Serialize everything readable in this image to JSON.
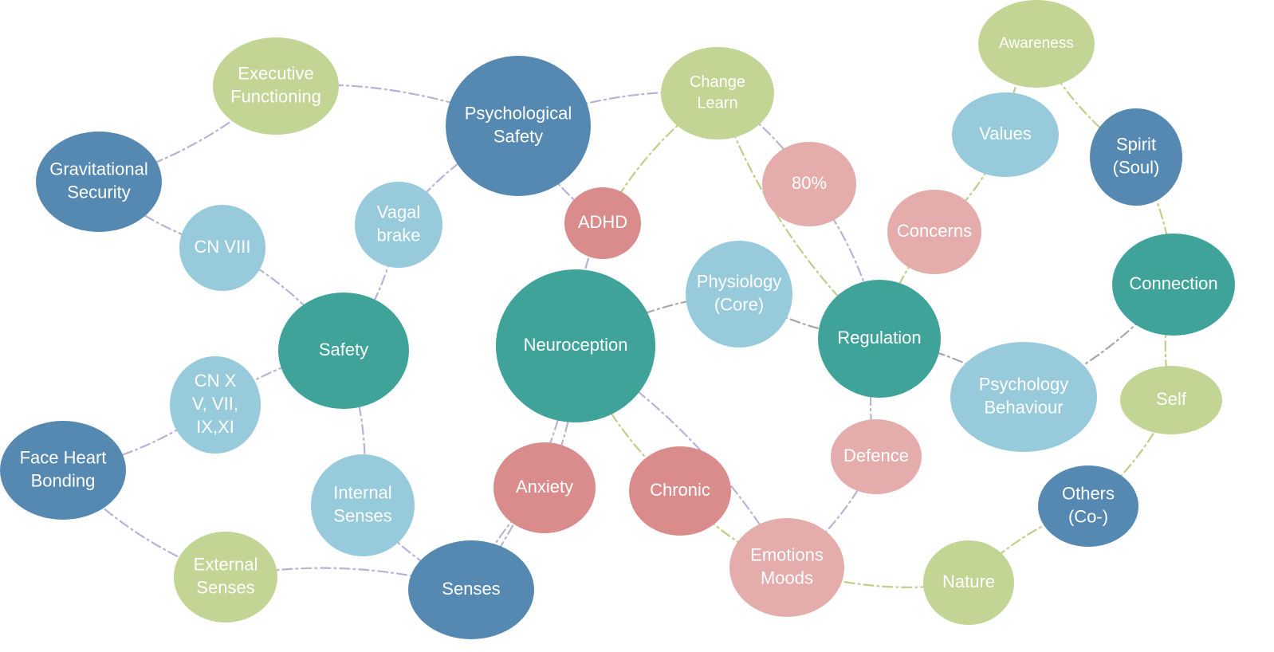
{
  "colors": {
    "green": "#c2d595",
    "lightblue": "#97cbdc",
    "steelblue": "#5589b2",
    "teal": "#3fa39a",
    "pink": "#e5acac",
    "red": "#da8c8c",
    "dash_purple": "#b8b2d6",
    "dash_green": "#bcd08c",
    "dash_gray": "#a8a8a8"
  },
  "nodes": [
    {
      "id": "executive",
      "lines": [
        "Executive",
        "Functioning"
      ],
      "color": "green"
    },
    {
      "id": "psych_safety",
      "lines": [
        "Psychological",
        "Safety"
      ],
      "color": "steelblue"
    },
    {
      "id": "change",
      "lines": [
        "Change",
        "Learn"
      ],
      "color": "green"
    },
    {
      "id": "awareness",
      "lines": [
        "Awareness"
      ],
      "color": "green"
    },
    {
      "id": "grav",
      "lines": [
        "Gravitational",
        "Security"
      ],
      "color": "steelblue"
    },
    {
      "id": "values",
      "lines": [
        "Values"
      ],
      "color": "lightblue"
    },
    {
      "id": "spirit",
      "lines": [
        "Spirit",
        "(Soul)"
      ],
      "color": "steelblue"
    },
    {
      "id": "pct80",
      "lines": [
        "80%"
      ],
      "color": "pink"
    },
    {
      "id": "vagal",
      "lines": [
        "Vagal",
        "brake"
      ],
      "color": "lightblue"
    },
    {
      "id": "adhd",
      "lines": [
        "ADHD"
      ],
      "color": "red"
    },
    {
      "id": "cn8",
      "lines": [
        "CN VIII"
      ],
      "color": "lightblue"
    },
    {
      "id": "concerns",
      "lines": [
        "Concerns"
      ],
      "color": "pink"
    },
    {
      "id": "connection",
      "lines": [
        "Connection"
      ],
      "color": "teal"
    },
    {
      "id": "physiology",
      "lines": [
        "Physiology",
        "(Core)"
      ],
      "color": "lightblue"
    },
    {
      "id": "neuroception",
      "lines": [
        "Neuroception"
      ],
      "color": "teal"
    },
    {
      "id": "safety",
      "lines": [
        "Safety"
      ],
      "color": "teal"
    },
    {
      "id": "regulation",
      "lines": [
        "Regulation"
      ],
      "color": "teal"
    },
    {
      "id": "cnx",
      "lines": [
        "CN X",
        "V, VII,",
        "IX,XI"
      ],
      "color": "lightblue"
    },
    {
      "id": "psychology",
      "lines": [
        "Psychology",
        "Behaviour"
      ],
      "color": "lightblue"
    },
    {
      "id": "self",
      "lines": [
        "Self"
      ],
      "color": "green"
    },
    {
      "id": "defence",
      "lines": [
        "Defence"
      ],
      "color": "pink"
    },
    {
      "id": "face",
      "lines": [
        "Face Heart",
        "Bonding"
      ],
      "color": "steelblue"
    },
    {
      "id": "anxiety",
      "lines": [
        "Anxiety"
      ],
      "color": "red"
    },
    {
      "id": "chronic",
      "lines": [
        "Chronic"
      ],
      "color": "red"
    },
    {
      "id": "internal",
      "lines": [
        "Internal",
        "Senses"
      ],
      "color": "lightblue"
    },
    {
      "id": "others",
      "lines": [
        "Others",
        "(Co-)"
      ],
      "color": "steelblue"
    },
    {
      "id": "emotions",
      "lines": [
        "Emotions",
        "Moods"
      ],
      "color": "pink"
    },
    {
      "id": "external",
      "lines": [
        "External",
        "Senses"
      ],
      "color": "green"
    },
    {
      "id": "nature",
      "lines": [
        "Nature"
      ],
      "color": "green"
    },
    {
      "id": "senses",
      "lines": [
        "Senses"
      ],
      "color": "steelblue"
    }
  ],
  "edges": [
    {
      "from": "grav",
      "to": "executive",
      "color": "dash_purple"
    },
    {
      "from": "executive",
      "to": "psych_safety",
      "color": "dash_purple"
    },
    {
      "from": "grav",
      "to": "cn8",
      "color": "dash_purple"
    },
    {
      "from": "cn8",
      "to": "safety",
      "color": "dash_purple"
    },
    {
      "from": "safety",
      "to": "cnx",
      "color": "dash_purple"
    },
    {
      "from": "cnx",
      "to": "face",
      "color": "dash_purple"
    },
    {
      "from": "face",
      "to": "external",
      "color": "dash_purple"
    },
    {
      "from": "external",
      "to": "senses",
      "color": "dash_purple"
    },
    {
      "from": "internal",
      "to": "senses",
      "color": "dash_purple"
    },
    {
      "from": "safety",
      "to": "internal",
      "color": "dash_purple"
    },
    {
      "from": "safety",
      "to": "vagal",
      "color": "dash_purple"
    },
    {
      "from": "vagal",
      "to": "psych_safety",
      "color": "dash_purple"
    },
    {
      "from": "psych_safety",
      "to": "adhd",
      "color": "dash_purple"
    },
    {
      "from": "psych_safety",
      "to": "change",
      "color": "dash_purple"
    },
    {
      "from": "change",
      "to": "adhd",
      "color": "dash_green"
    },
    {
      "from": "change",
      "to": "pct80",
      "color": "dash_purple"
    },
    {
      "from": "change",
      "to": "regulation",
      "color": "dash_green"
    },
    {
      "from": "pct80",
      "to": "regulation",
      "color": "dash_purple"
    },
    {
      "from": "adhd",
      "to": "neuroception",
      "color": "dash_purple"
    },
    {
      "from": "neuroception",
      "to": "anxiety",
      "color": "dash_purple"
    },
    {
      "from": "neuroception",
      "to": "chronic",
      "color": "dash_green"
    },
    {
      "from": "neuroception",
      "to": "emotions",
      "color": "dash_purple"
    },
    {
      "from": "anxiety",
      "to": "senses",
      "color": "dash_purple"
    },
    {
      "from": "neuroception",
      "to": "senses",
      "color": "dash_purple"
    },
    {
      "from": "chronic",
      "to": "emotions",
      "color": "dash_green"
    },
    {
      "from": "neuroception",
      "to": "physiology",
      "color": "dash_gray"
    },
    {
      "from": "physiology",
      "to": "regulation",
      "color": "dash_gray"
    },
    {
      "from": "regulation",
      "to": "psychology",
      "color": "dash_gray"
    },
    {
      "from": "psychology",
      "to": "connection",
      "color": "dash_gray"
    },
    {
      "from": "regulation",
      "to": "concerns",
      "color": "dash_green"
    },
    {
      "from": "concerns",
      "to": "values",
      "color": "dash_green"
    },
    {
      "from": "values",
      "to": "awareness",
      "color": "dash_green"
    },
    {
      "from": "awareness",
      "to": "spirit",
      "color": "dash_green"
    },
    {
      "from": "spirit",
      "to": "connection",
      "color": "dash_green"
    },
    {
      "from": "connection",
      "to": "self",
      "color": "dash_green"
    },
    {
      "from": "self",
      "to": "others",
      "color": "dash_green"
    },
    {
      "from": "others",
      "to": "nature",
      "color": "dash_green"
    },
    {
      "from": "nature",
      "to": "emotions",
      "color": "dash_green"
    },
    {
      "from": "regulation",
      "to": "defence",
      "color": "dash_purple"
    },
    {
      "from": "defence",
      "to": "emotions",
      "color": "dash_purple"
    }
  ]
}
